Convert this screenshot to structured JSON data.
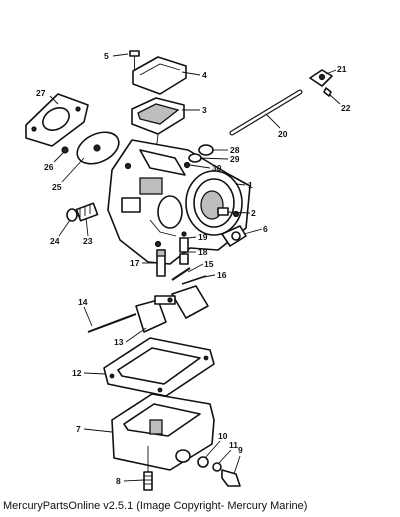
{
  "footer": {
    "caption": "MercuryPartsOnline v2.5.1 (Image Copyright- Mercury Marine)"
  },
  "callouts": [
    {
      "id": "c1",
      "label": "1"
    },
    {
      "id": "c2",
      "label": "2"
    },
    {
      "id": "c3",
      "label": "3"
    },
    {
      "id": "c4",
      "label": "4"
    },
    {
      "id": "c5",
      "label": "5"
    },
    {
      "id": "c6",
      "label": "6"
    },
    {
      "id": "c7",
      "label": "7"
    },
    {
      "id": "c8",
      "label": "8"
    },
    {
      "id": "c9",
      "label": "9"
    },
    {
      "id": "c10",
      "label": "10"
    },
    {
      "id": "c11",
      "label": "11"
    },
    {
      "id": "c12",
      "label": "12"
    },
    {
      "id": "c13",
      "label": "13"
    },
    {
      "id": "c14",
      "label": "14"
    },
    {
      "id": "c15",
      "label": "15"
    },
    {
      "id": "c16",
      "label": "16"
    },
    {
      "id": "c17",
      "label": "17"
    },
    {
      "id": "c18",
      "label": "18"
    },
    {
      "id": "c19",
      "label": "19"
    },
    {
      "id": "c20",
      "label": "20"
    },
    {
      "id": "c21",
      "label": "21"
    },
    {
      "id": "c22",
      "label": "22"
    },
    {
      "id": "c23",
      "label": "23"
    },
    {
      "id": "c24",
      "label": "24"
    },
    {
      "id": "c25",
      "label": "25"
    },
    {
      "id": "c26",
      "label": "26"
    },
    {
      "id": "c27",
      "label": "27"
    },
    {
      "id": "c28",
      "label": "28"
    },
    {
      "id": "c29",
      "label": "29"
    },
    {
      "id": "c30",
      "label": "30"
    }
  ]
}
